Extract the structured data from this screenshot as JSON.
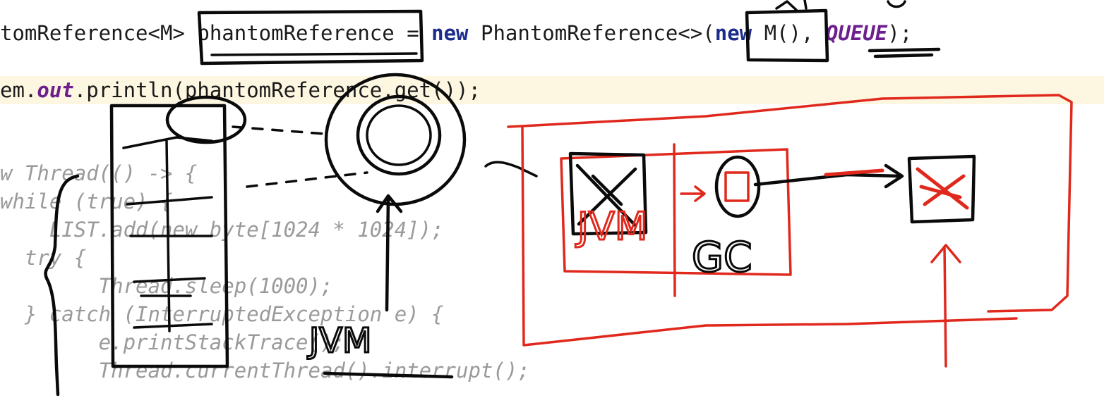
{
  "code": {
    "line1": {
      "decl_type": "tomReference<M>",
      "var_name": "phantomReference",
      "assign": "=",
      "kw_new": "new",
      "class_name": "PhantomReference<>",
      "open_paren": "(",
      "kw_new2": "new",
      "arg": "M()",
      "comma": ", ",
      "queue": "QUEUE",
      "end": ");"
    },
    "line2": {
      "prefix": "em.",
      "out": "out",
      "rest": ".println(phantomReference.get());"
    },
    "line3": {
      "text": "w Thread(() -> {"
    },
    "line4": {
      "text": "while (true) {"
    },
    "line5": {
      "text": "    LIST.add(new byte[1024 * 1024]);"
    },
    "line6": {
      "text": "  try {"
    },
    "line7": {
      "text": "        Thread.sleep(1000);"
    },
    "line8": {
      "text": "  } catch (InterruptedException e) {"
    },
    "line9": {
      "text": "        e.printStackTrace();"
    },
    "line10": {
      "text": "        Thread.currentThread().interrupt();"
    }
  },
  "annotations": {
    "jvm_label": "JVM",
    "jvm_label_red": "JVM",
    "gc_label": "GC"
  },
  "colors": {
    "keyword": "#1b2c8c",
    "static_field": "#6d1f8e",
    "active_line": "#fdf7e2",
    "black_ink": "#0a0a0a",
    "red_ink": "#e0281c",
    "faded_code": "#9a9a9a"
  }
}
